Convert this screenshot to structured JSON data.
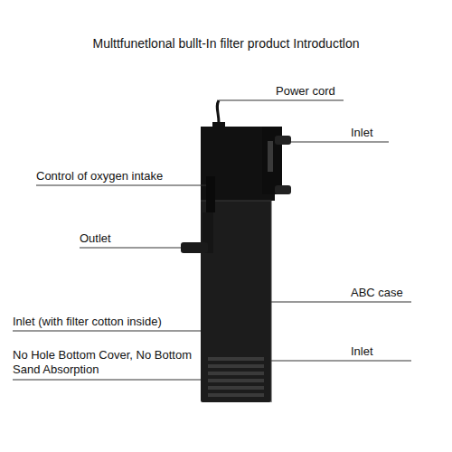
{
  "diagram": {
    "title": "Multtfunetlonal bullt-In filter product Introductlon",
    "labels": [
      "Power cord",
      "Inlet",
      "Control of oxygen intake",
      "Outlet",
      "ABC case",
      "Inlet (with filter cotton inside)",
      "No Hole Bottom Cover, No Bottom Sand Absorption",
      "Inlet"
    ]
  }
}
